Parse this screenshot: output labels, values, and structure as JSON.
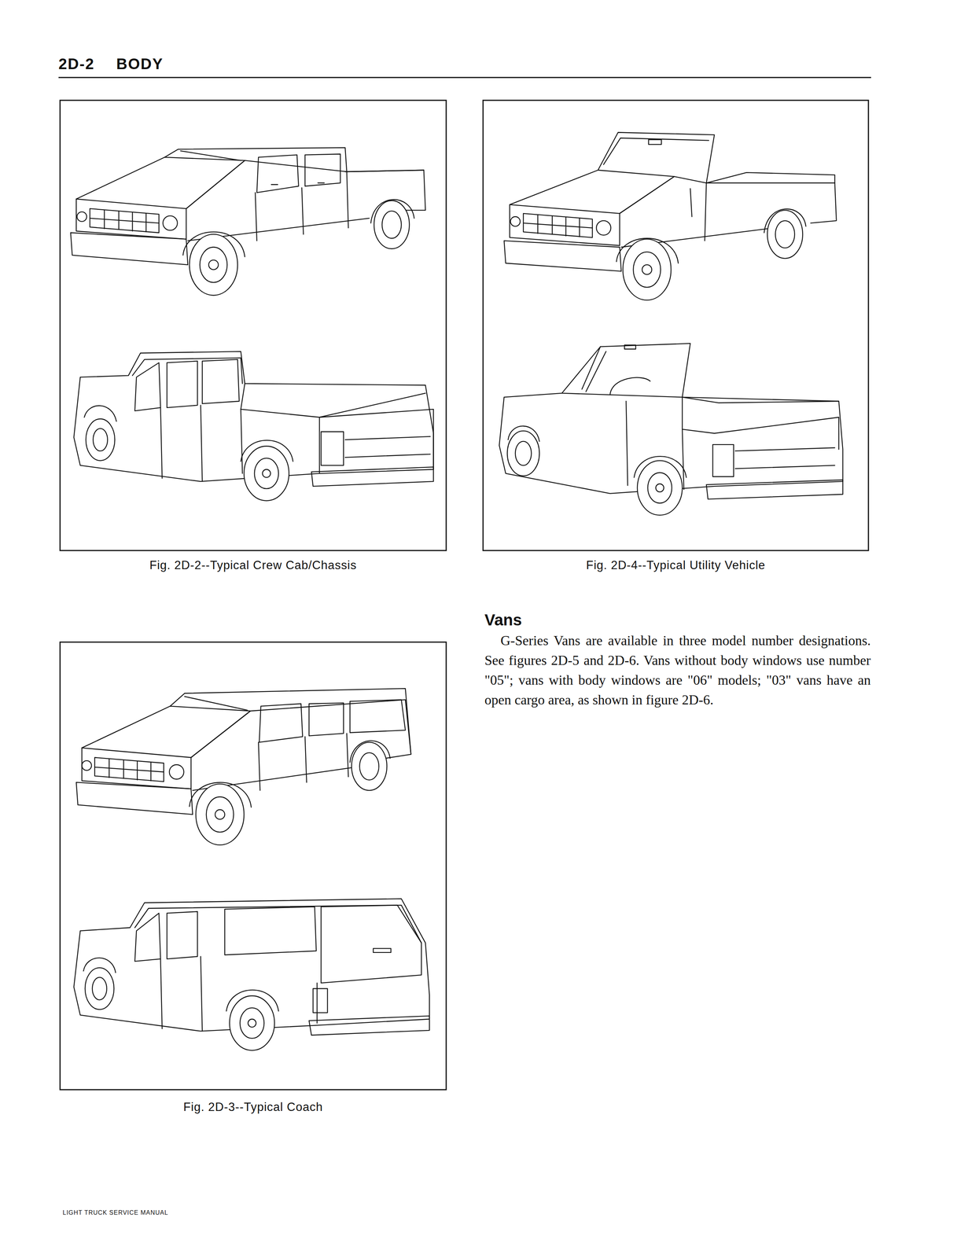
{
  "diagram": {
    "labels": [
      "2D-2",
      "BODY",
      "Fig. 2D-2--Typical Crew Cab/Chassis",
      "Fig. 2D-4--Typical Utility Vehicle",
      "Vans",
      "G-Series Vans are available in three model number designations. See figures 2D-5 and 2D-6. Vans without body windows use number \"05\"; vans with body windows are \"06\" models; \"03\" vans have an open cargo area, as shown in figure 2D-6.",
      "Fig. 2D-3--Typical Coach",
      "LIGHT TRUCK SERVICE MANUAL"
    ]
  }
}
